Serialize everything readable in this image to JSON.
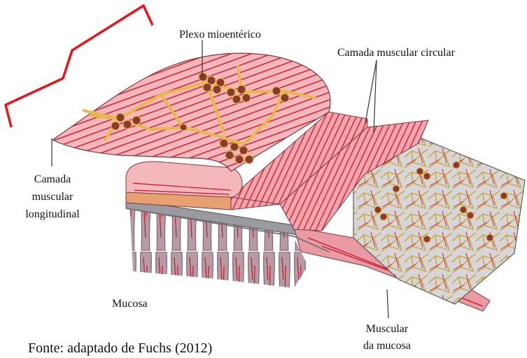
{
  "labels": {
    "plexo": "Plexo mioentérico",
    "circular": "Camada muscular circular",
    "longitudinal": [
      "Camada",
      "muscular",
      "longitudinal"
    ],
    "mucosa": "Mucosa",
    "muscular_mucosa": [
      "Muscular",
      "da mucosa"
    ],
    "source": "Fonte: adaptado de Fuchs (2012)"
  },
  "colors": {
    "bracket": "#e8141b",
    "muscle_fill": "#f2a7ad",
    "muscle_stripe": "#c8152a",
    "plexus": "#e7b94a",
    "mucosa": "#9a9aa0",
    "villus_fill": "#b89aa5"
  }
}
